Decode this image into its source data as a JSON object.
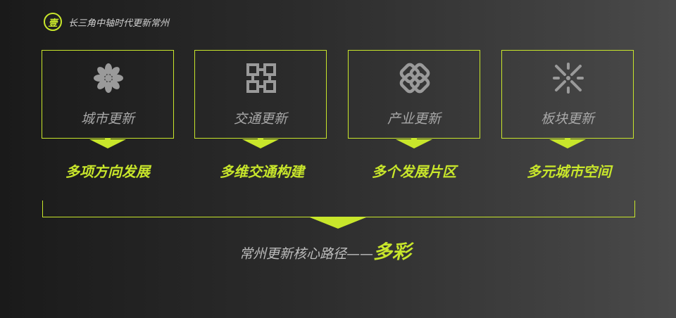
{
  "header": {
    "badge": "壹",
    "title": "长三角中轴时代更新常州"
  },
  "cards": [
    {
      "label": "城市更新",
      "icon": "flower-icon",
      "sub": "多项方向发展"
    },
    {
      "label": "交通更新",
      "icon": "grid-knot-icon",
      "sub": "多维交通构建"
    },
    {
      "label": "产业更新",
      "icon": "chain-link-icon",
      "sub": "多个发展片区"
    },
    {
      "label": "板块更新",
      "icon": "cross-lines-icon",
      "sub": "多元城市空间"
    }
  ],
  "summary": {
    "lead": "常州更新核心路径——",
    "accent": "多彩"
  },
  "colors": {
    "accent": "#c8e62b",
    "icon": "#9a9a9a",
    "text": "#a8a8a8"
  }
}
